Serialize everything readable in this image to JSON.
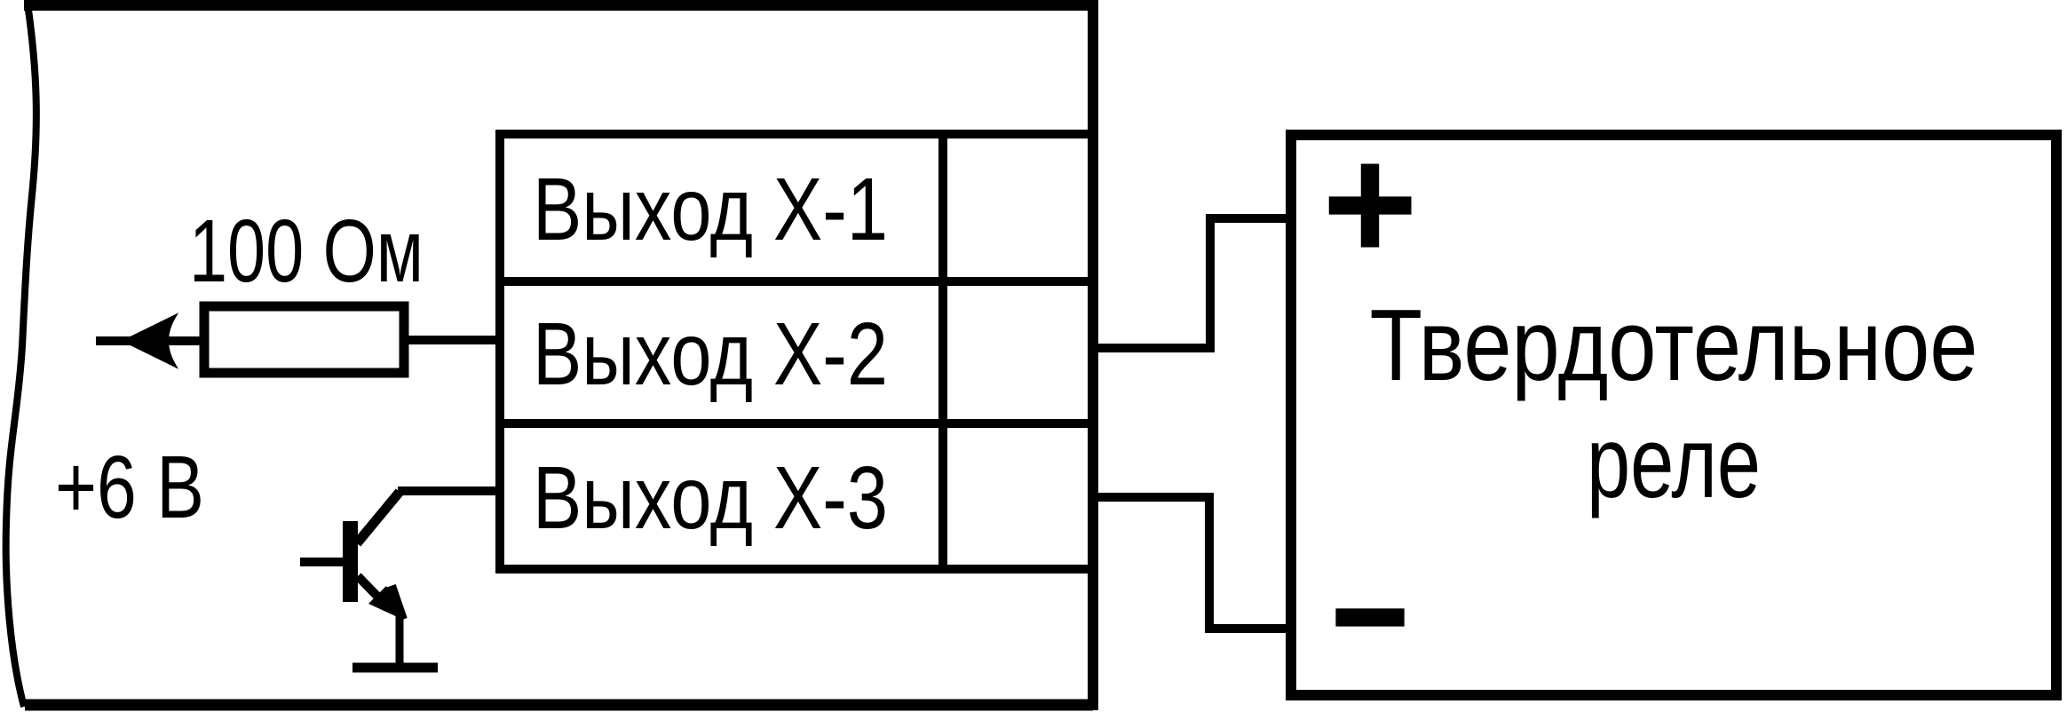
{
  "device": {
    "outputs": [
      {
        "label": "Выход Х-1"
      },
      {
        "label": "Выход Х-2"
      },
      {
        "label": "Выход Х-3"
      }
    ],
    "resistor": {
      "label": "100 Ом"
    },
    "supply": {
      "label": "+6 В"
    }
  },
  "relay": {
    "name_line1": "Твердотельное",
    "name_line2": "реле",
    "plus": "+",
    "minus": "−"
  },
  "colors": {
    "line": "#000000",
    "background": "#ffffff"
  }
}
